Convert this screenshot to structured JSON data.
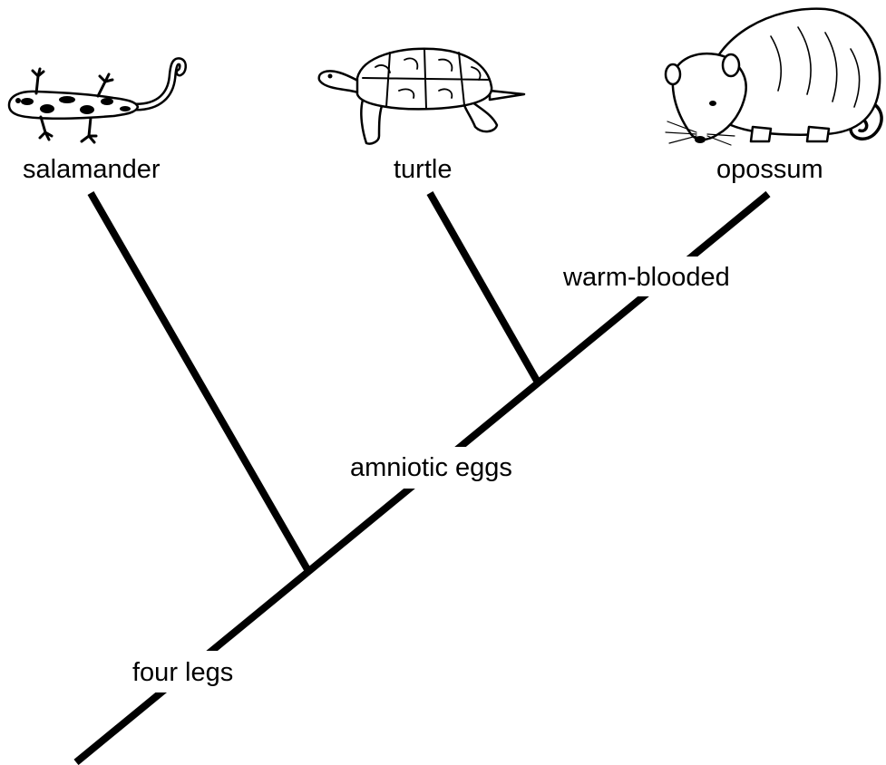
{
  "taxa": {
    "salamander": "salamander",
    "turtle": "turtle",
    "opossum": "opossum"
  },
  "traits": {
    "four_legs": "four legs",
    "amniotic_eggs": "amniotic eggs",
    "warm_blooded": "warm-blooded"
  },
  "colors": {
    "lines": "#000000",
    "background": "#ffffff"
  },
  "icons": [
    "salamander-illustration",
    "turtle-illustration",
    "opossum-illustration"
  ]
}
